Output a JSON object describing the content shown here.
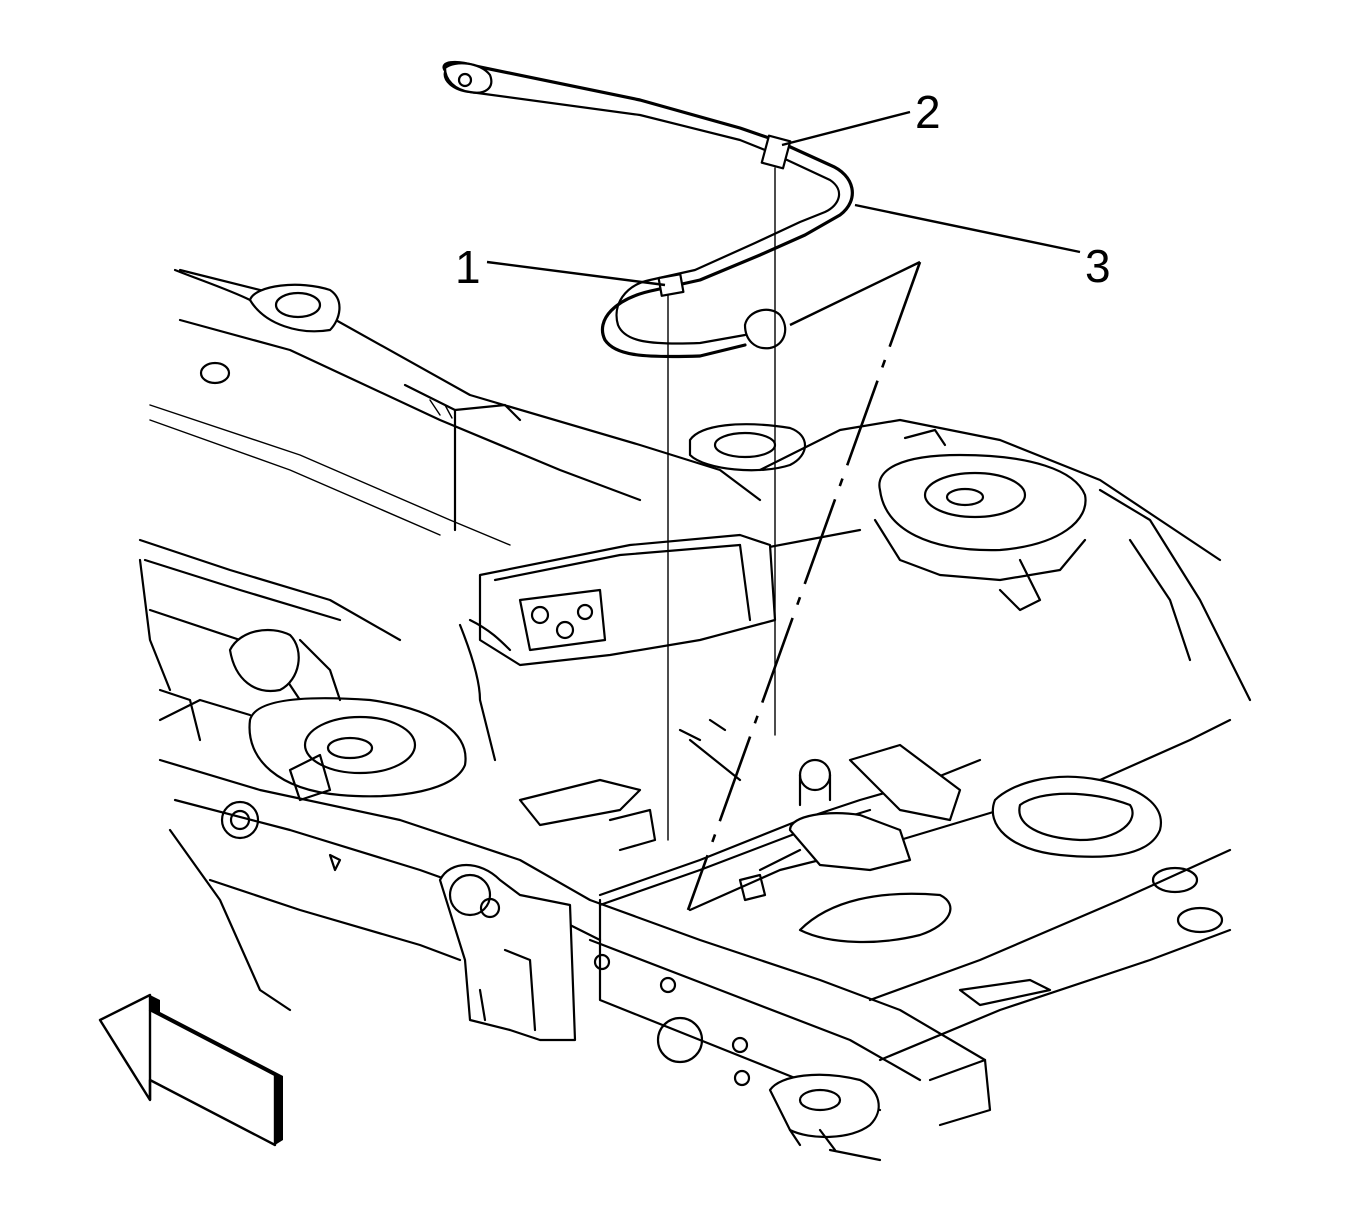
{
  "callouts": [
    {
      "id": "1",
      "label": "1"
    },
    {
      "id": "2",
      "label": "2"
    },
    {
      "id": "3",
      "label": "3"
    }
  ],
  "icons": {
    "orientation_arrow": "front-direction-arrow-icon"
  }
}
